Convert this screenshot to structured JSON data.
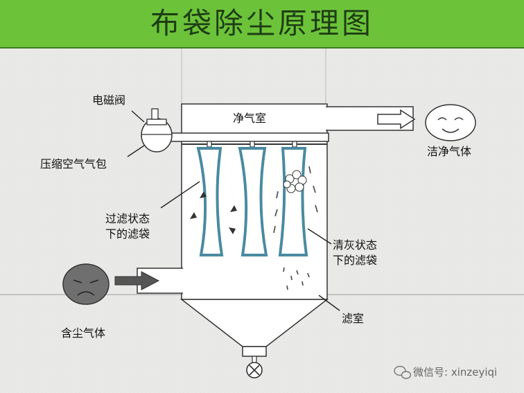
{
  "title": "布袋除尘原理图",
  "labels": {
    "solenoid_valve": "电磁阀",
    "clean_air_chamber": "净气室",
    "compressed_air_tank": "压缩空气气包",
    "clean_gas": "洁净气体",
    "filtering_bags_line1": "过滤状态",
    "filtering_bags_line2": "下的滤袋",
    "cleaning_bags_line1": "清灰状态",
    "cleaning_bags_line2": "下的滤袋",
    "filter_chamber": "滤室",
    "dusty_gas": "含尘气体"
  },
  "watermark": "微信号: xinzeyiqi",
  "icons": {
    "clean_gas_face": "smiling-face-icon",
    "dusty_gas_face": "sad-face-icon",
    "discharge_valve": "rotary-valve-icon",
    "wechat": "wechat-icon"
  },
  "colors": {
    "header_bg": "#6cc33a",
    "title_text": "#1e3d14",
    "filter_bag": "#4a8aa0",
    "page_bg": "#e9e9e7"
  }
}
